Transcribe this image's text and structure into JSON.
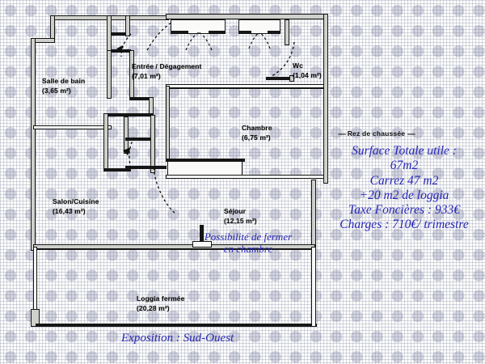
{
  "document": {
    "type": "floor-plan",
    "title": "Rez de chaussée",
    "grid_background": "graph-paper-dotted"
  },
  "rooms": [
    {
      "id": "salle-de-bain",
      "name": "Salle de bain",
      "area": "(3,65 m²)"
    },
    {
      "id": "entree",
      "name": "Entrée / Dégagement",
      "area": "(7,01 m²)"
    },
    {
      "id": "wc",
      "name": "Wc",
      "area": "(1,04 m²)"
    },
    {
      "id": "chambre",
      "name": "Chambre",
      "area": "(6,75 m²)"
    },
    {
      "id": "salon-cuisine",
      "name": "Salon/Cuisine",
      "area": "(16,43 m²)"
    },
    {
      "id": "sejour",
      "name": "Séjour",
      "area": "(12,15 m²)"
    },
    {
      "id": "loggia",
      "name": "Loggia fermée",
      "area": "(20,28 m²)"
    }
  ],
  "annotations": {
    "sejour_note_line1": "Possibilité de fermer",
    "sejour_note_line2": "en chambre",
    "exposition": "Exposition : Sud-Ouest",
    "floor_label": "Rez de chaussée",
    "floor_dash_left": "-----",
    "floor_dash_right": "-----"
  },
  "summary": {
    "line1": "Surface Totale utile :",
    "line2": "67m2",
    "line3": "Carrez 47 m2",
    "line4": "+20 m2 de loggia",
    "line5": "Taxe Foncières : 933€",
    "line6": "Charges : 710€/ trimestre"
  },
  "colors": {
    "ink": "#111111",
    "annotation_blue": "#2727b8",
    "wall_fill": "#cfcfcb",
    "paper": "#fdfdfb",
    "grid": "#6a6f96"
  }
}
